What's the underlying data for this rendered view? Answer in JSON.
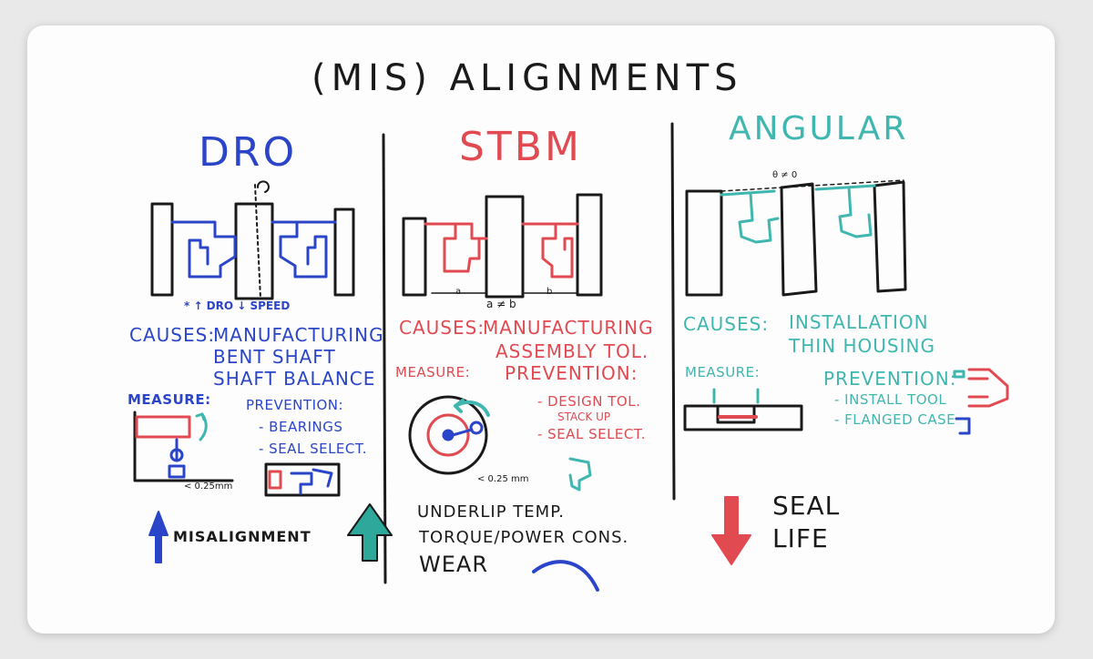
{
  "title": "(MIS) ALIGNMENTS",
  "columns": {
    "dro": {
      "heading": "DRO",
      "legend": "* ↑ DRO ↓ SPEED",
      "causes_label": "CAUSES:",
      "causes": [
        "MANUFACTURING",
        "BENT SHAFT",
        "SHAFT BALANCE"
      ],
      "measure_label": "MEASURE:",
      "prevention_label": "PREVENTION:",
      "prevention": [
        "- BEARINGS",
        "- SEAL SELECT."
      ],
      "tolerance": "< 0.25mm"
    },
    "stbm": {
      "heading": "STBM",
      "formula": "a ≠ b",
      "dim_a": "a",
      "dim_b": "b",
      "causes_label": "CAUSES:",
      "causes": [
        "MANUFACTURING",
        "ASSEMBLY TOL."
      ],
      "measure_label": "MEASURE:",
      "prevention_label": "PREVENTION:",
      "prevention": [
        "- DESIGN TOL.",
        "STACK UP",
        "- SEAL SELECT."
      ],
      "tolerance": "< 0.25 mm"
    },
    "angular": {
      "heading": "ANGULAR",
      "angle_note": "θ ≠ 0",
      "causes_label": "CAUSES:",
      "causes": [
        "INSTALLATION",
        "THIN HOUSING"
      ],
      "measure_label": "MEASURE:",
      "prevention_label": "PREVENTION:",
      "prevention": [
        "- INSTALL TOOL",
        "- FLANGED CASE"
      ]
    }
  },
  "effects": {
    "misalignment": "MISALIGNMENT",
    "increase_list": [
      "UNDERLIP TEMP.",
      "TORQUE/POWER CONS.",
      "WEAR"
    ],
    "seal_life": [
      "SEAL",
      "LIFE"
    ]
  },
  "colors": {
    "blue": "#2b45c9",
    "red": "#e24a52",
    "teal": "#3fb7b0",
    "black": "#1a1a1a"
  }
}
